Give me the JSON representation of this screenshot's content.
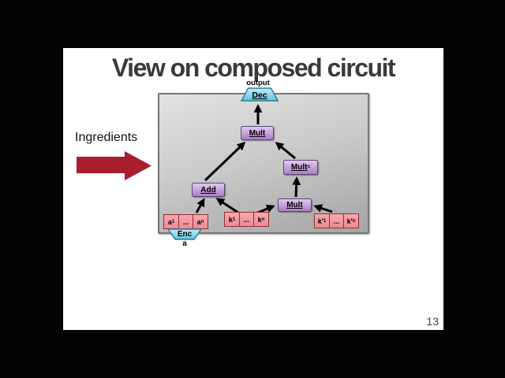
{
  "slide": {
    "title": "View on composed circuit",
    "side_label": "Ingredients",
    "page_number": "13"
  },
  "diagram": {
    "output_label": "output",
    "dec_label": "Dec",
    "enc_label": "Enc",
    "enc_input_label": "a",
    "mult_top_label": "Mult",
    "mult_const_label": "Mult",
    "mult_const_sub": "c",
    "add_label": "Add",
    "mult_lower_label": "Mult",
    "rows": {
      "a": {
        "cells": [
          {
            "t": "a",
            "s": "1"
          },
          {
            "t": "...",
            "s": ""
          },
          {
            "t": "a",
            "s": "n"
          }
        ]
      },
      "k": {
        "cells": [
          {
            "t": "k",
            "s": "1"
          },
          {
            "t": "...",
            "s": ""
          },
          {
            "t": "k",
            "s": "n"
          }
        ]
      },
      "kp": {
        "cells": [
          {
            "t": "k′",
            "s": "1"
          },
          {
            "t": "...",
            "s": ""
          },
          {
            "t": "k′",
            "s": "n"
          }
        ]
      }
    }
  },
  "colors": {
    "accent_arrow_red": "#a91e2c",
    "node_purple": "#c7a3de",
    "cell_pink": "#f2949d",
    "trapezoid_cyan": "#8fd9eb",
    "panel_gray": "#bdbdbd",
    "title_gray": "#3a3a3a",
    "frame_black": "#030303"
  }
}
